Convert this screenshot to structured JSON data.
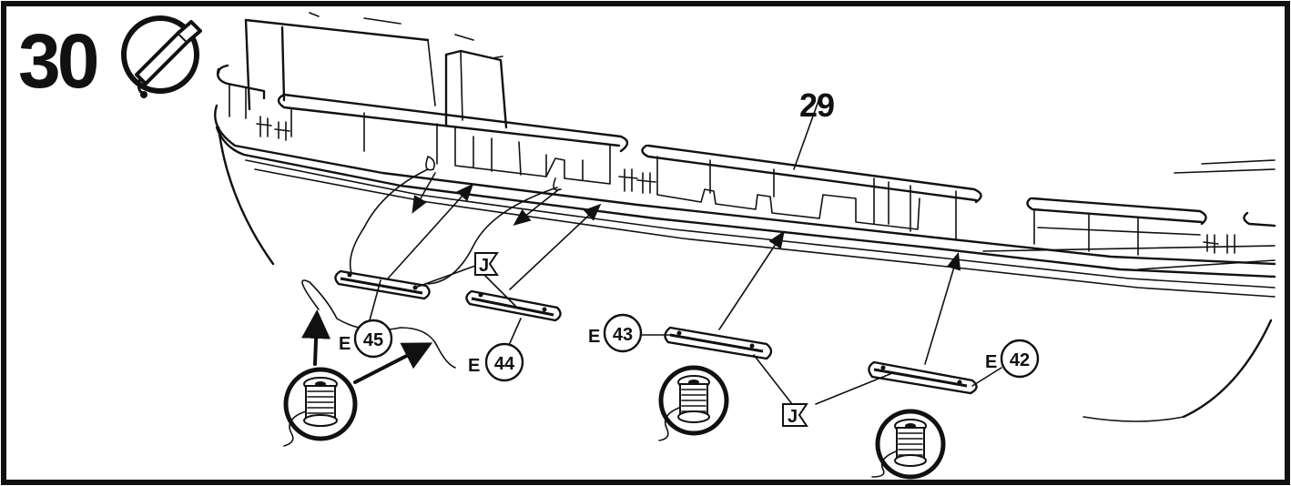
{
  "step": {
    "number": "30"
  },
  "icons": {
    "glue": "glue-tube-icon",
    "thread": "thread-spool-icon",
    "marker": "part-j-flag-icon"
  },
  "labels": {
    "part_29": "29",
    "part_j_1": "J",
    "part_j_2": "J",
    "e45_letter": "E",
    "e45_number": "45",
    "e44_letter": "E",
    "e44_number": "44",
    "e43_letter": "E",
    "e43_number": "43",
    "e42_letter": "E",
    "e42_number": "42"
  },
  "colors": {
    "ink": "#111111",
    "paper": "#ffffff"
  }
}
